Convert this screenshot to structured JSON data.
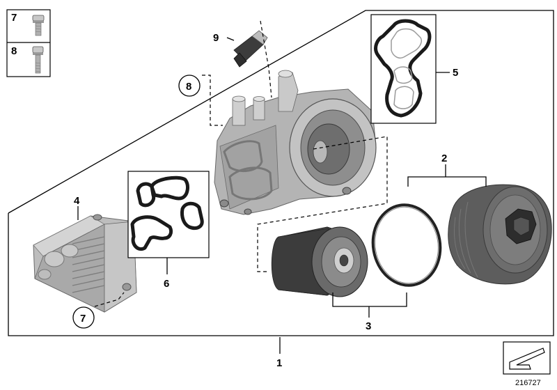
{
  "diagram": {
    "callouts": [
      {
        "id": "1",
        "label": "1"
      },
      {
        "id": "2",
        "label": "2"
      },
      {
        "id": "3",
        "label": "3"
      },
      {
        "id": "4",
        "label": "4"
      },
      {
        "id": "5",
        "label": "5"
      },
      {
        "id": "6",
        "label": "6"
      },
      {
        "id": "7",
        "label": "7"
      },
      {
        "id": "8",
        "label": "8"
      },
      {
        "id": "9",
        "label": "9"
      }
    ],
    "legend_items": [
      {
        "label": "7"
      },
      {
        "label": "8"
      }
    ],
    "reference_number": "216727"
  }
}
